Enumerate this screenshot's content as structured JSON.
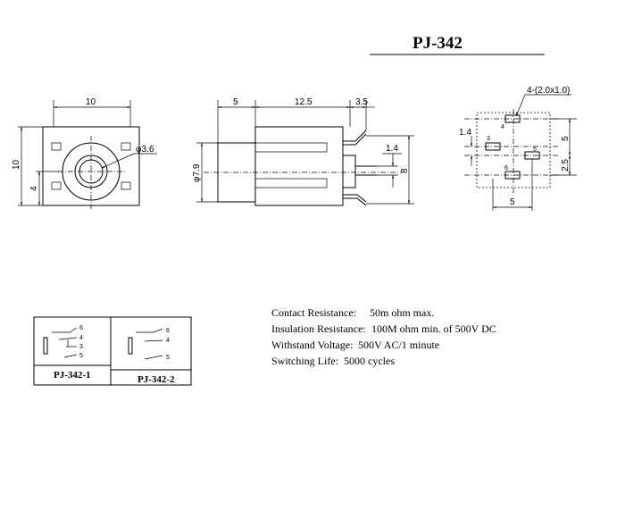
{
  "title": "PJ-342",
  "front_view": {
    "width_label": "10",
    "height_label": "10",
    "side_label": "4",
    "hole_label": "φ3.6"
  },
  "side_view": {
    "dim_left": "5",
    "dim_middle": "12.5",
    "dim_right": "3.5",
    "dim_diameter": "φ7.9",
    "dim_pin_gap": "1.4",
    "dim_height": "8"
  },
  "pcb_layout": {
    "hole_label": "4-(2.0x1.0)",
    "dim_left": "1.4",
    "dim_right_top": "5",
    "dim_right_bottom": "2.5",
    "dim_bottom": "5",
    "pad_labels": [
      "4",
      "3",
      "5",
      "6"
    ]
  },
  "specs": [
    {
      "label": "Contact Resistance:",
      "value": "50m ohm max."
    },
    {
      "label": "Insulation Resistance:",
      "value": "100M ohm min. of 500V DC"
    },
    {
      "label": "Withstand Voltage:",
      "value": "500V AC/1 minute"
    },
    {
      "label": "Switching Life:",
      "value": "5000 cycles"
    }
  ],
  "variants": [
    {
      "name": "PJ-342-1",
      "pins": [
        "6",
        "4",
        "3",
        "5"
      ]
    },
    {
      "name": "PJ-342-2",
      "pins": [
        "6",
        "4",
        "5"
      ]
    }
  ]
}
